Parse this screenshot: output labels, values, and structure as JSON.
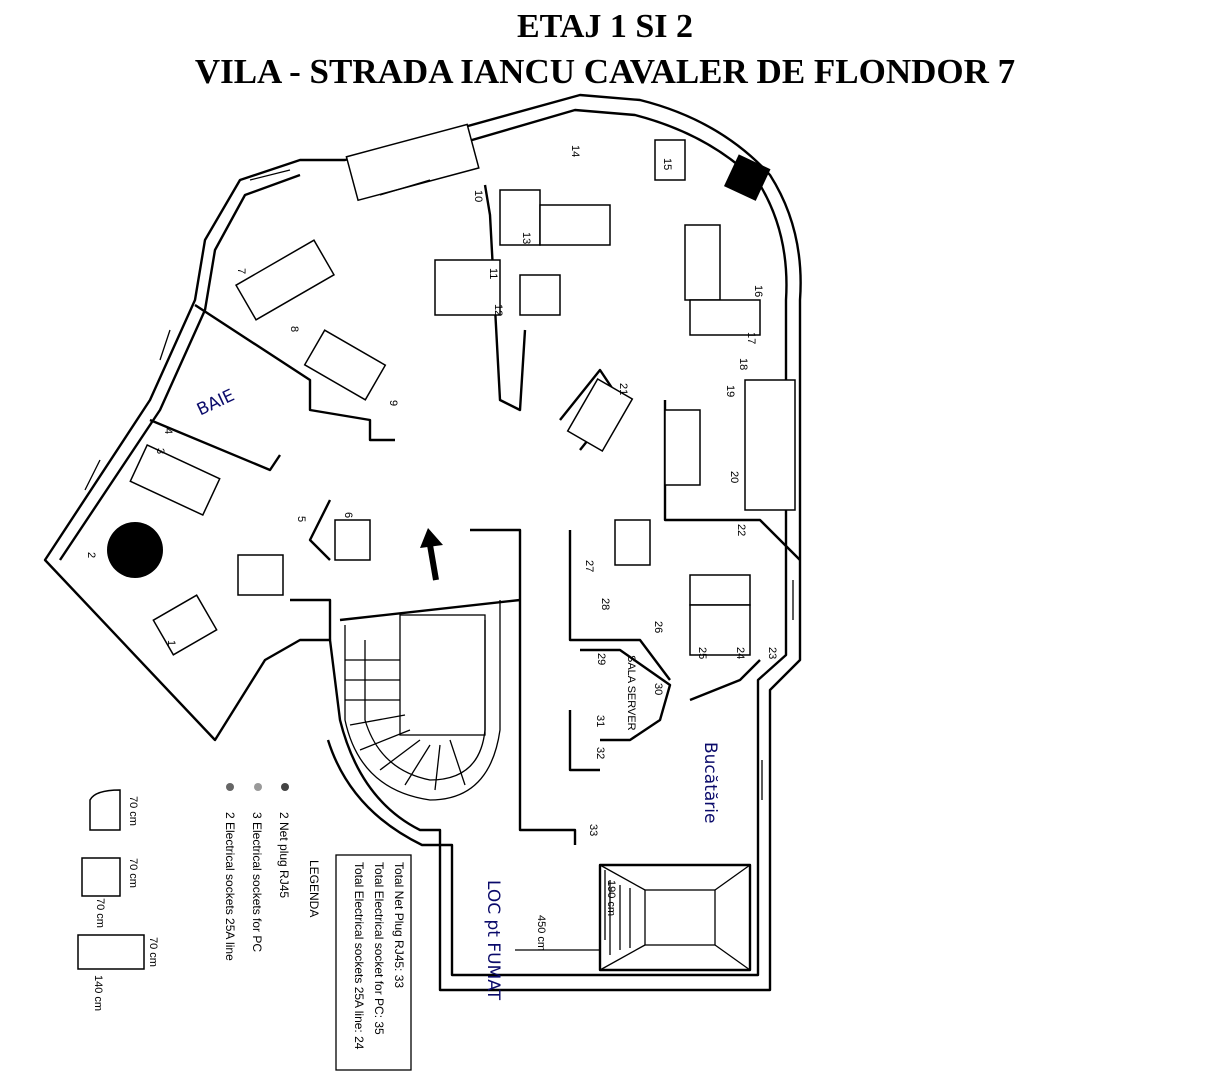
{
  "title_line1": "ETAJ 1 SI 2",
  "title_line2": "VILA - STRADA IANCU CAVALER DE FLONDOR 7",
  "rooms": {
    "baie": "BAIE",
    "sala_server": "SALA SERVER",
    "bucatarie": "Bucătărie",
    "loc_fumat": "LOC pt FUMAT"
  },
  "points": [
    "1",
    "2",
    "3",
    "4",
    "5",
    "6",
    "7",
    "8",
    "9",
    "10",
    "11",
    "12",
    "13",
    "14",
    "15",
    "16",
    "17",
    "18",
    "19",
    "20",
    "21",
    "22",
    "23",
    "24",
    "25",
    "26",
    "27",
    "28",
    "29",
    "30",
    "31",
    "32",
    "33"
  ],
  "dimensions": {
    "width": "450 cm",
    "height": "190 cm"
  },
  "legend": {
    "title": "LEGENDA",
    "items": [
      "2 Net plug RJ45",
      "3 Electrical sockets for PC",
      "2 Electrical sockets 25A line"
    ],
    "sizes": [
      "70 cm",
      "70 cm",
      "70 cm",
      "70 cm",
      "140 cm"
    ]
  },
  "totals": [
    "Total Net Plug RJ45: 33",
    "Total Electrical socket for PC: 35",
    "Total Electrical sockets 25A line: 24"
  ]
}
